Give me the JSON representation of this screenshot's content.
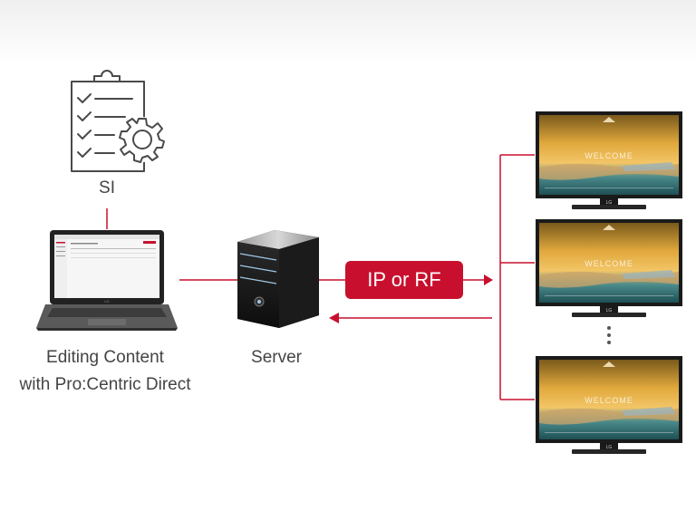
{
  "nodes": {
    "si_label": "SI",
    "editing_line1": "Editing Content",
    "editing_line2": "with Pro:Centric Direct",
    "server_label": "Server"
  },
  "connection": {
    "label": "IP or RF"
  },
  "screens": {
    "welcome_text": "WELCOME",
    "brand": "LG"
  },
  "laptop": {
    "brand": "LG"
  },
  "footnote": "",
  "icons": [
    "clipboard-checklist-gear-icon",
    "laptop-icon",
    "server-tower-icon",
    "tv-display-icon"
  ],
  "colors": {
    "accent": "#c8102e",
    "text": "#444444",
    "icon_stroke": "#4a4a4a"
  }
}
